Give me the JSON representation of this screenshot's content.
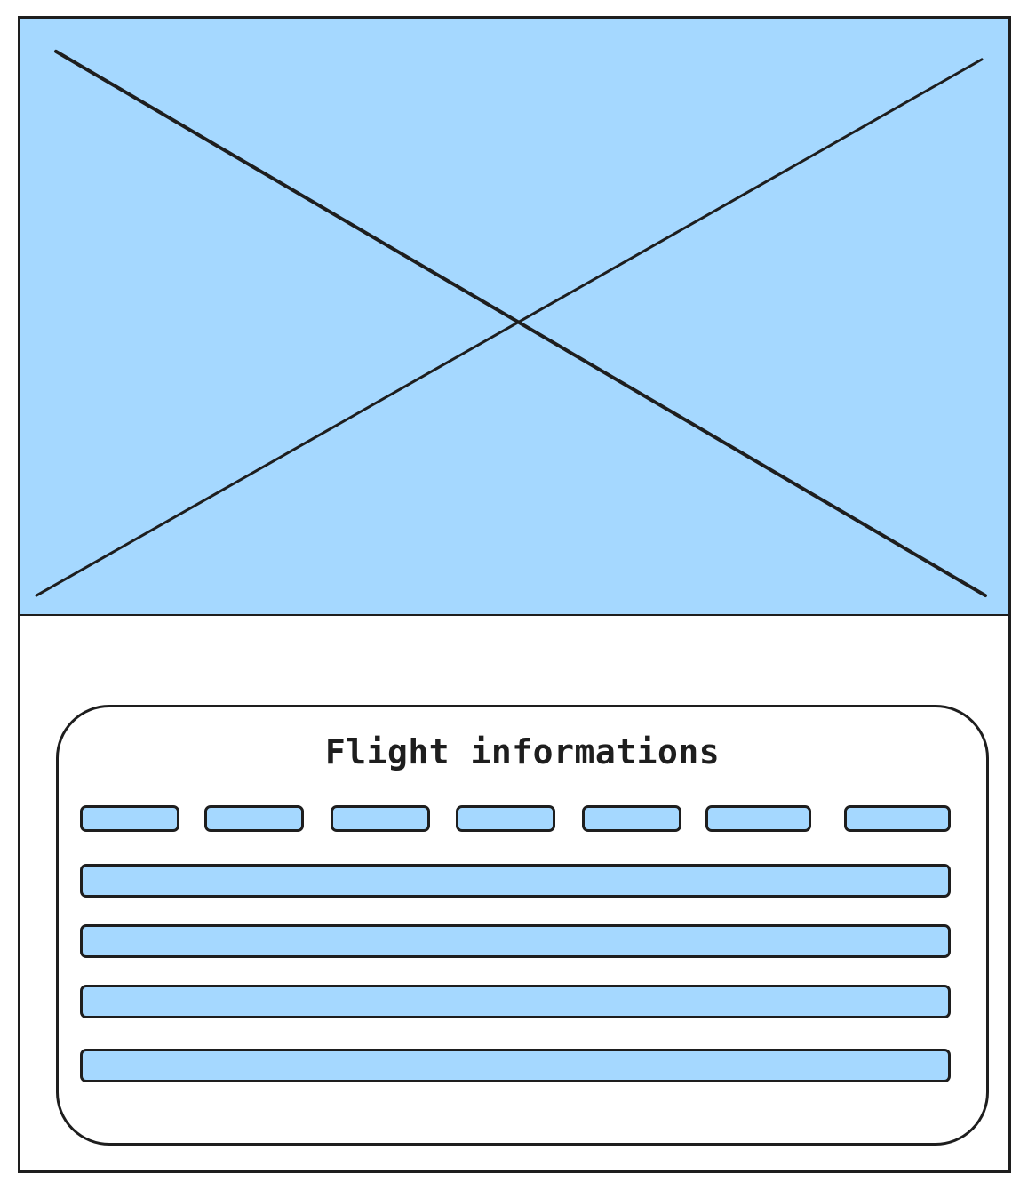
{
  "colors": {
    "accent": "#a5d8ff",
    "stroke": "#1e1e1e",
    "background": "#ffffff"
  },
  "hero": {
    "icon": "image-placeholder-icon"
  },
  "card": {
    "title": "Flight informations",
    "pill_count": 7,
    "bar_count": 4
  }
}
